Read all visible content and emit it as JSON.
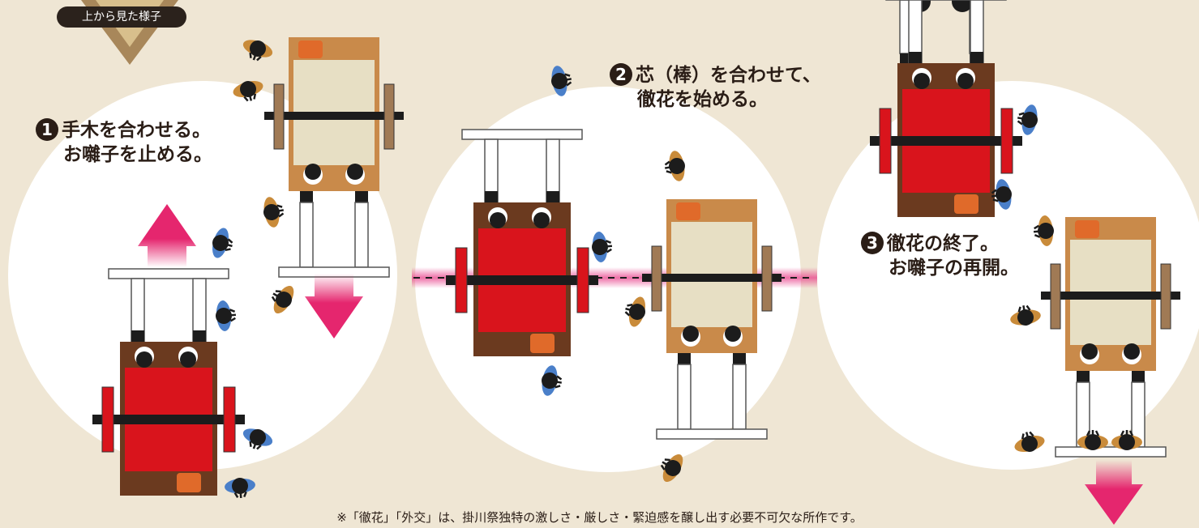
{
  "badge": {
    "label": "上から見た様子"
  },
  "steps": [
    {
      "num": "1",
      "line1": "手木を合わせる。",
      "line2": "お囃子を止める。"
    },
    {
      "num": "2",
      "line1": "芯（棒）を合わせて、",
      "line2": "徹花を始める。"
    },
    {
      "num": "3",
      "line1": "徹花の終了。",
      "line2": "お囃子の再開。"
    }
  ],
  "footnote": "※「徹花」「外交」は、掛川祭独特の激しさ・厳しさ・緊迫感を醸し出す必要不可欠な所作です。",
  "colors": {
    "background": "#efe6d4",
    "circle": "#ffffff",
    "red_cart": "#d9141c",
    "beige_cart": "#e7dfc4",
    "frame_brown": "#6b3a1f",
    "arrow_pink": "#e5266e",
    "guide_glow": "#e8408a",
    "person_blue": "#4a7fc9",
    "person_tan": "#c98b3a"
  },
  "icons": [
    "person-icon",
    "up-arrow-icon",
    "down-arrow-icon",
    "cart-icon"
  ]
}
